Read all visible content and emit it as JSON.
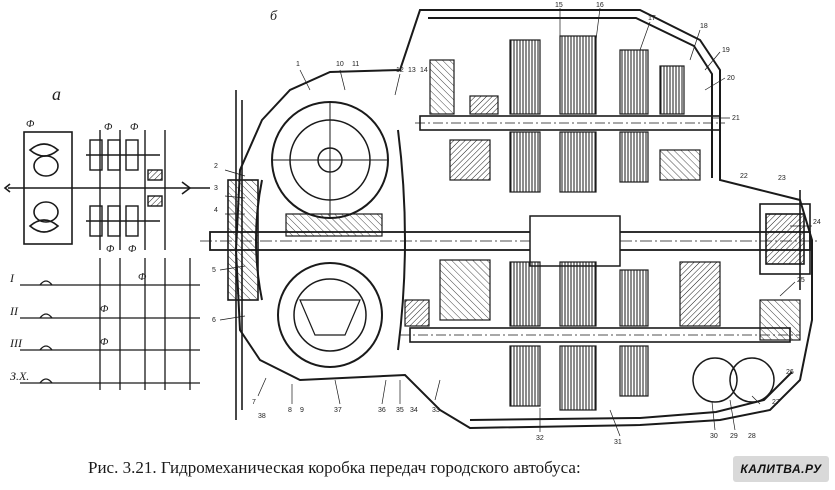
{
  "caption": "Рис. 3.21. Гидромеханическая коробка передач городского автобуса:",
  "watermark": "КАЛИТВА.РУ",
  "schematic": {
    "label_a": "а",
    "phi_labels": [
      "Φ",
      "Φ",
      "Φ",
      "Φ",
      "Φ",
      "Φ",
      "Φ",
      "Φ"
    ],
    "gear_rows": [
      "I",
      "II",
      "III",
      "З.Х."
    ]
  },
  "section": {
    "label_b": "б",
    "part_numbers": [
      "1",
      "2",
      "3",
      "4",
      "5",
      "6",
      "7",
      "8",
      "9",
      "10",
      "11",
      "12",
      "13",
      "14",
      "15",
      "16",
      "17",
      "18",
      "19",
      "20",
      "21",
      "22",
      "23",
      "24",
      "25",
      "26",
      "27",
      "28",
      "29",
      "30",
      "31",
      "32",
      "33",
      "34",
      "35",
      "36",
      "37",
      "38"
    ]
  },
  "colors": {
    "ink": "#1a1a1a",
    "paper": "#ffffff",
    "badge_bg": "#d9d9d9"
  }
}
